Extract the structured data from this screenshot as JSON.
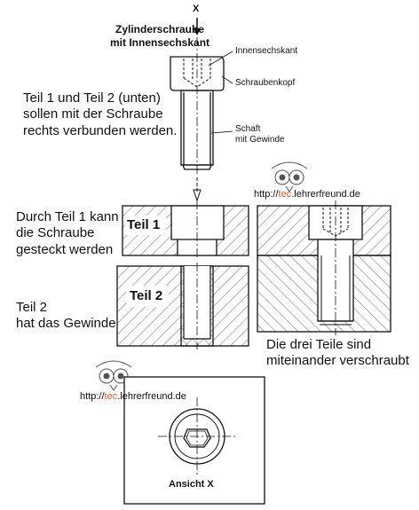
{
  "view_label_x": "X",
  "screw_title": "Zylinderschraube\nmit Innensechskant",
  "label_hex_socket": "Innensechskant",
  "label_screw_head": "Schraubenkopf",
  "label_shank": "Schaft\nmit Gewinde",
  "intro_text": "Teil 1 und Teil 2 (unten)\nsollen mit der Schraube\nrechts verbunden werden.",
  "watermark": {
    "prefix": "http://",
    "accent": "tec",
    "suffix": ".lehrerfreund.de"
  },
  "part1_text": "Durch Teil 1 kann\ndie Schraube\ngesteckt werden",
  "part1_label": "Teil 1",
  "part2_text": "Teil 2\nhat das Gewinde",
  "part2_label": "Teil 2",
  "assembly_caption": "Die drei Teile sind\nmiteinander verschraubt",
  "view_caption": "Ansicht X"
}
